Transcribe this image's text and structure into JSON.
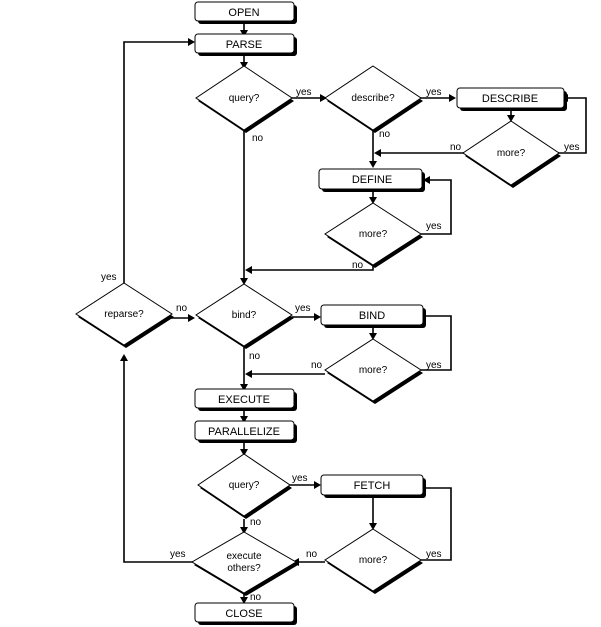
{
  "boxes": {
    "open": "OPEN",
    "parse": "PARSE",
    "describe": "DESCRIBE",
    "define": "DEFINE",
    "bind": "BIND",
    "execute": "EXECUTE",
    "parallelize": "PARALLELIZE",
    "fetch": "FETCH",
    "close": "CLOSE"
  },
  "decisions": {
    "query1": "query?",
    "describe_q": "describe?",
    "more_describe": "more?",
    "more_define": "more?",
    "reparse": "reparse?",
    "bind_q": "bind?",
    "more_bind": "more?",
    "query2": "query?",
    "more_fetch": "more?",
    "execute_others_line1": "execute",
    "execute_others_line2": "others?"
  },
  "edges": {
    "yes": "yes",
    "no": "no"
  }
}
